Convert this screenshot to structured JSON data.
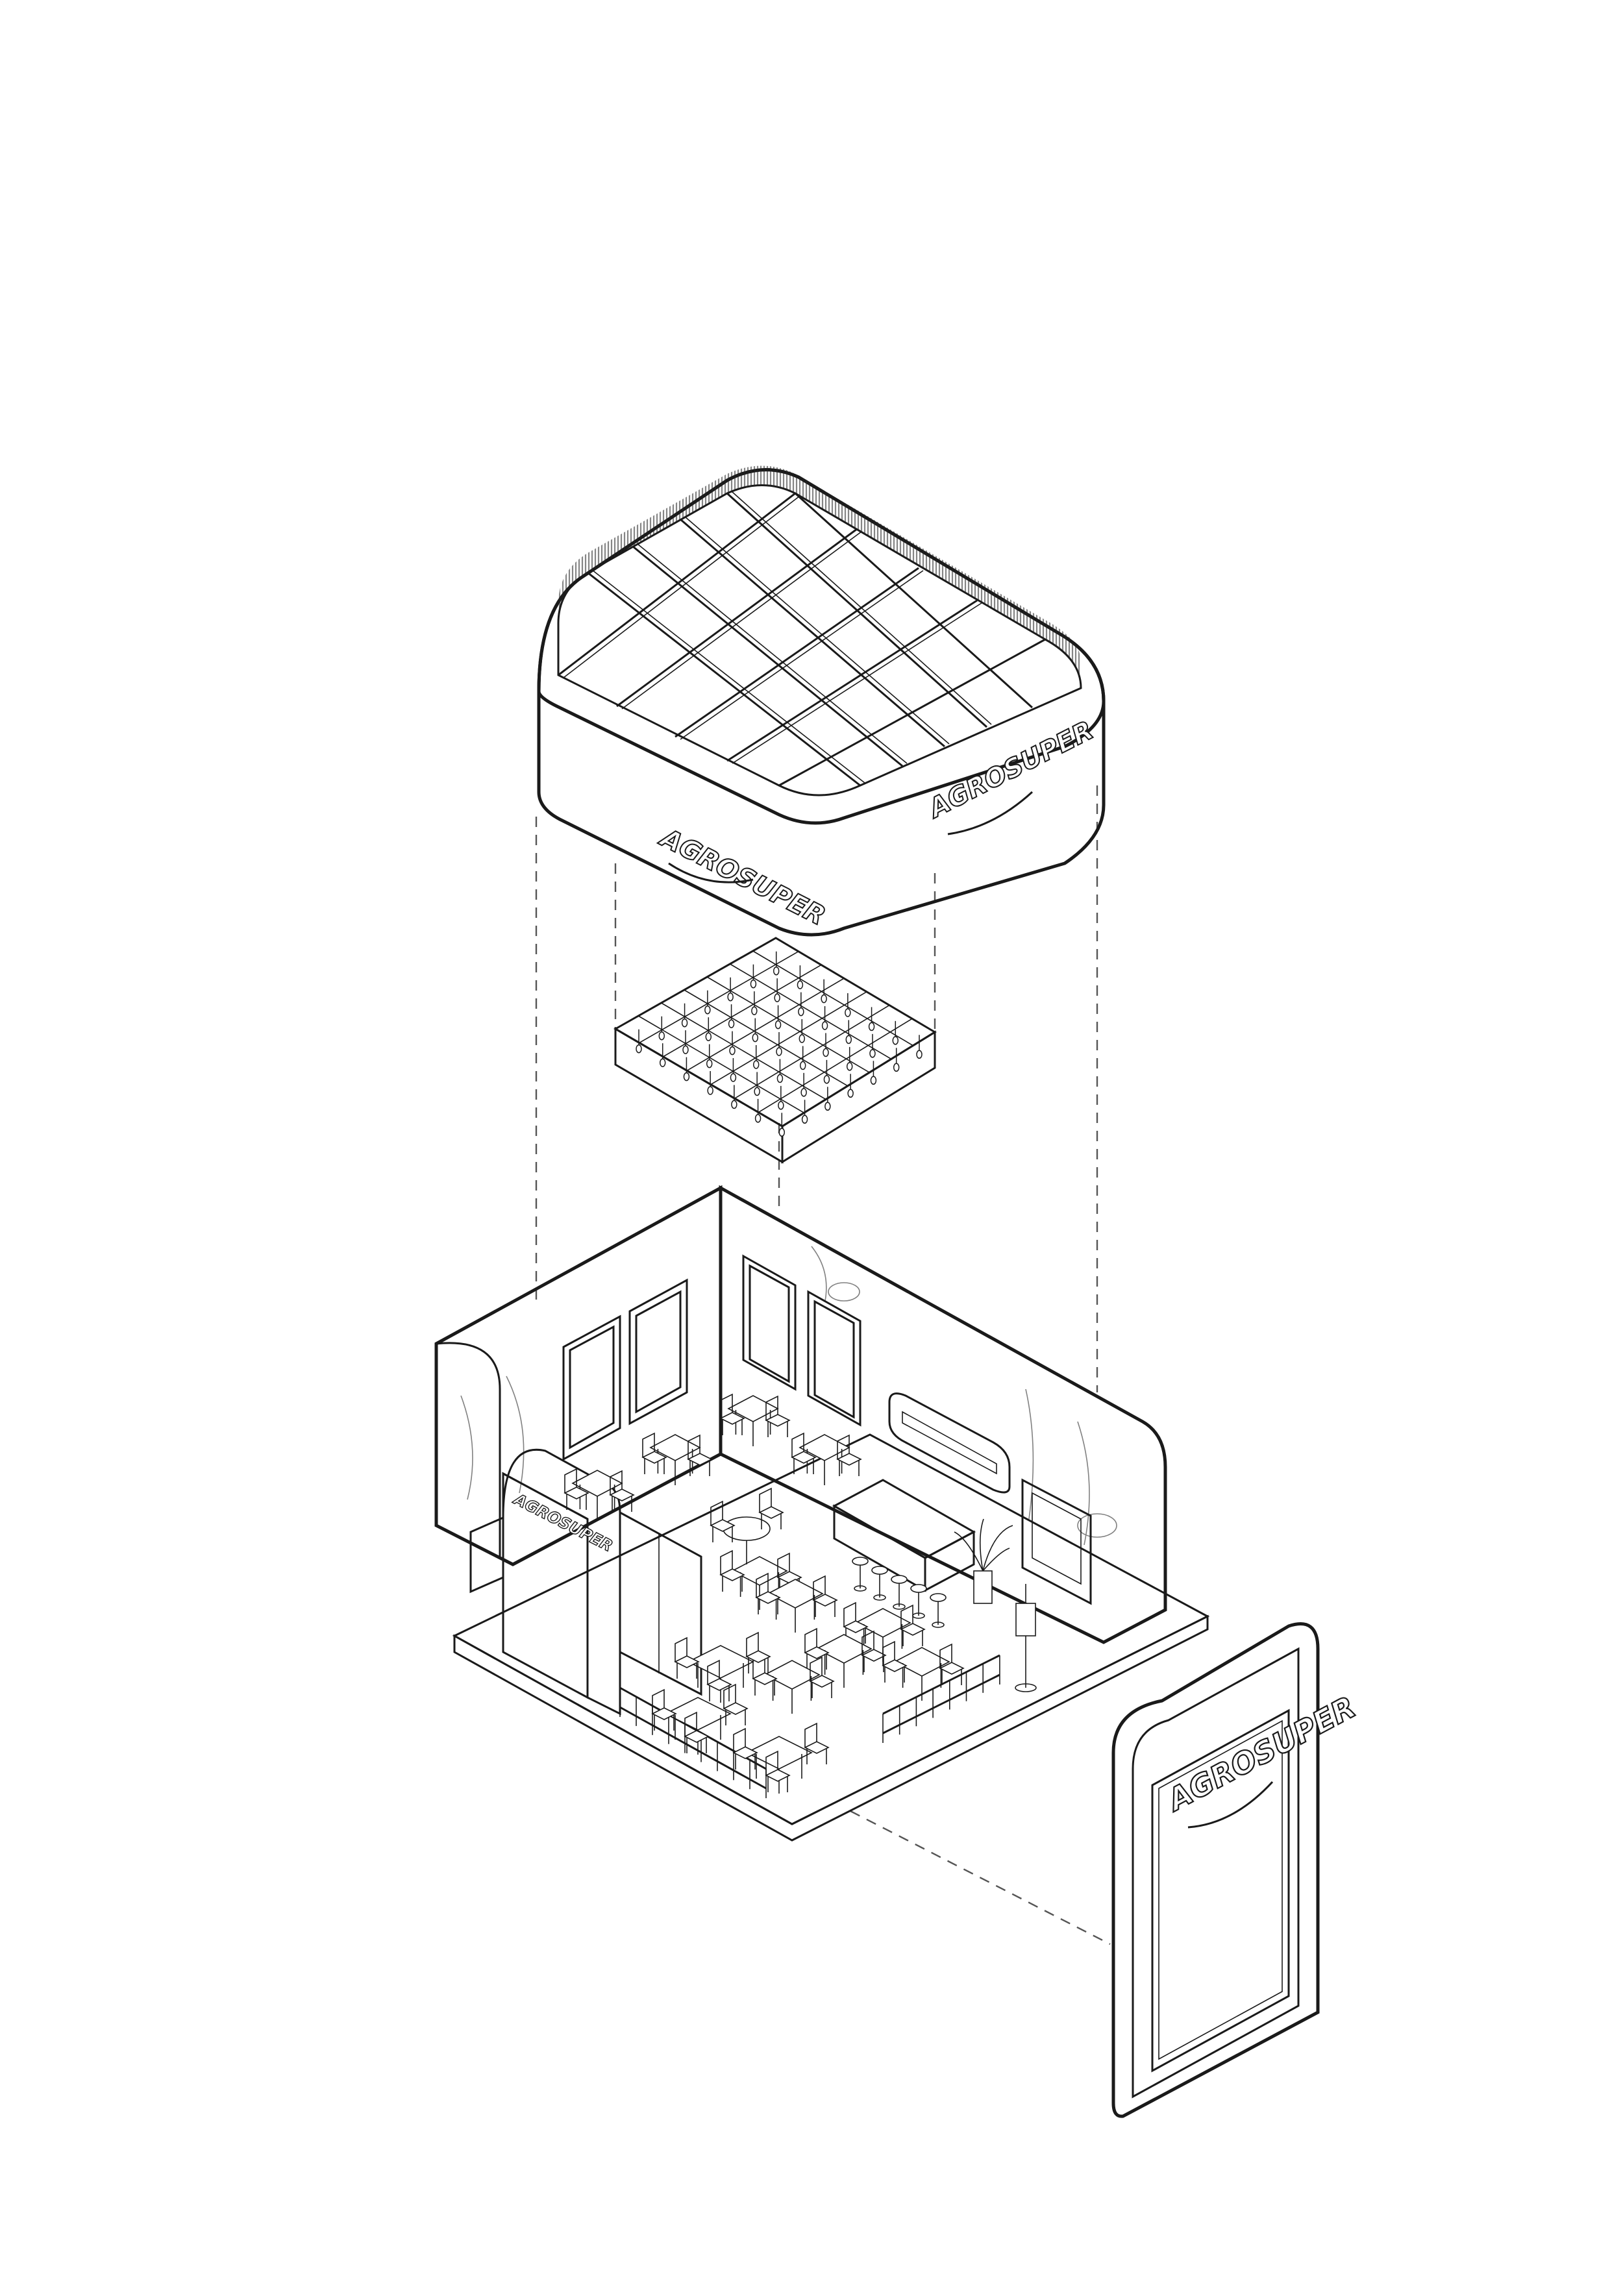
{
  "diagram": {
    "kind": "exploded axonometric drawing of an exhibition stand",
    "brand": {
      "logo_text": "AGROSUPER"
    },
    "components": [
      {
        "id": "roof-frame",
        "name": "lightbox roof frame with grid panels"
      },
      {
        "id": "lighting-grid",
        "name": "ceiling lighting grid"
      },
      {
        "id": "stand-floor",
        "name": "stand floor plan with furniture"
      },
      {
        "id": "freestanding-panel",
        "name": "freestanding branded totem panel"
      }
    ],
    "colors": {
      "line": "#1a1a1a",
      "background": "#ffffff",
      "panel_fill": "#ffffff",
      "hatch": "#333333"
    }
  }
}
